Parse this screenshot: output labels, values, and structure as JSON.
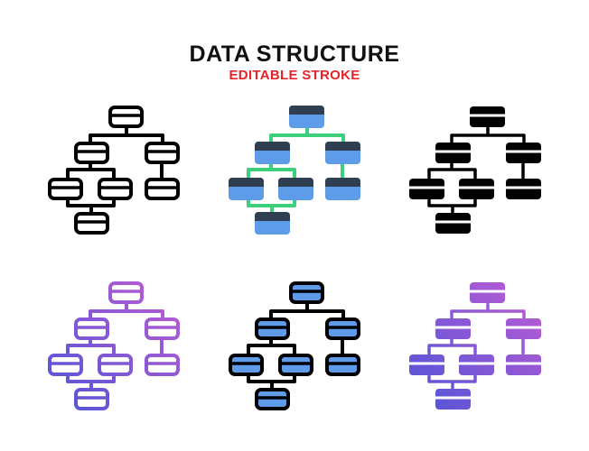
{
  "title": "DATA STRUCTURE",
  "subtitle": "EDITABLE STROKE",
  "colors": {
    "title": "#111111",
    "subtitle": "#e8232a",
    "outline": "#000000",
    "fill_body": "#5e9cea",
    "fill_header": "#2f3e50",
    "connector_green": "#3ecf7c",
    "gradient_top": "#c45bd3",
    "gradient_bottom": "#4a55d8"
  },
  "icons": [
    {
      "name": "data-structure-outline-icon",
      "style": "outline"
    },
    {
      "name": "data-structure-flat-color-icon",
      "style": "flat"
    },
    {
      "name": "data-structure-glyph-icon",
      "style": "glyph"
    },
    {
      "name": "data-structure-gradient-outline-icon",
      "style": "gradient-outline"
    },
    {
      "name": "data-structure-filled-outline-icon",
      "style": "filled-outline"
    },
    {
      "name": "data-structure-gradient-glyph-icon",
      "style": "gradient-glyph"
    }
  ]
}
